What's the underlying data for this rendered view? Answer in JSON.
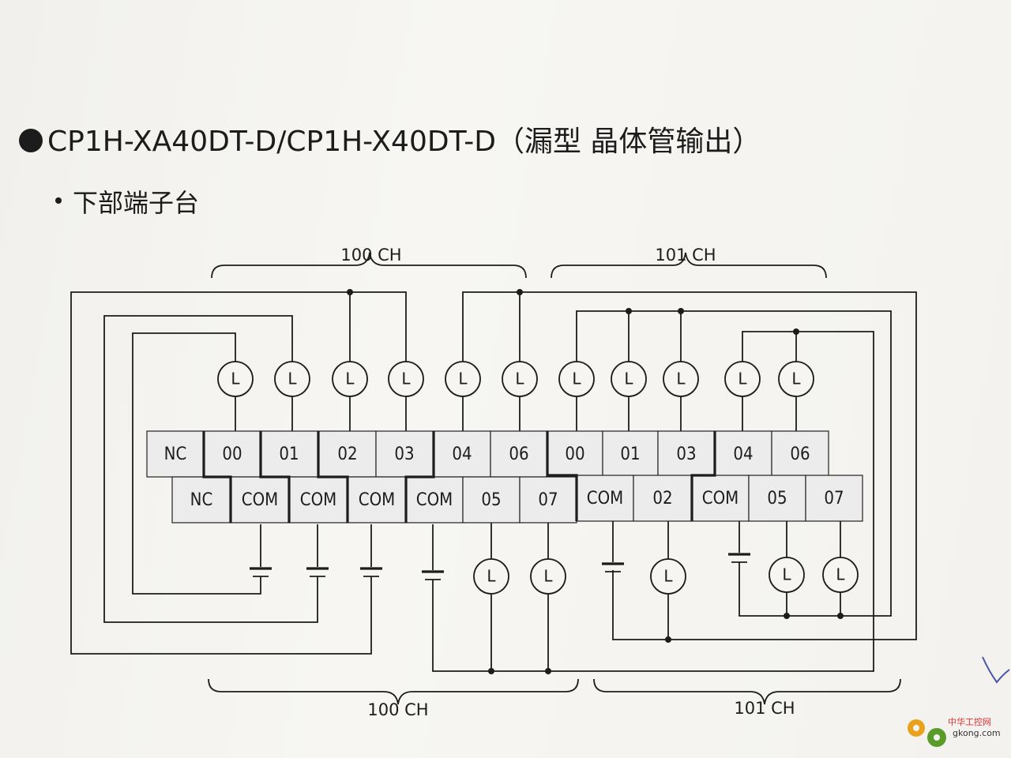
{
  "header": {
    "title": "CP1H-XA40DT-D/CP1H-X40DT-D（漏型 晶体管输出）",
    "subtitle": "下部端子台"
  },
  "diagram": {
    "channel_labels": {
      "top_left": "100 CH",
      "top_right": "101 CH",
      "bottom_left": "100 CH",
      "bottom_right": "101 CH"
    },
    "lamp_label": "L",
    "upper_row": [
      "NC",
      "00",
      "01",
      "02",
      "03",
      "04",
      "06",
      "00",
      "01",
      "03",
      "04",
      "06"
    ],
    "lower_row": [
      "NC",
      "COM",
      "COM",
      "COM",
      "COM",
      "05",
      "07",
      "COM",
      "02",
      "COM",
      "05",
      "07"
    ]
  },
  "watermark": {
    "name": "中华工控网",
    "url": "gkong.com"
  }
}
